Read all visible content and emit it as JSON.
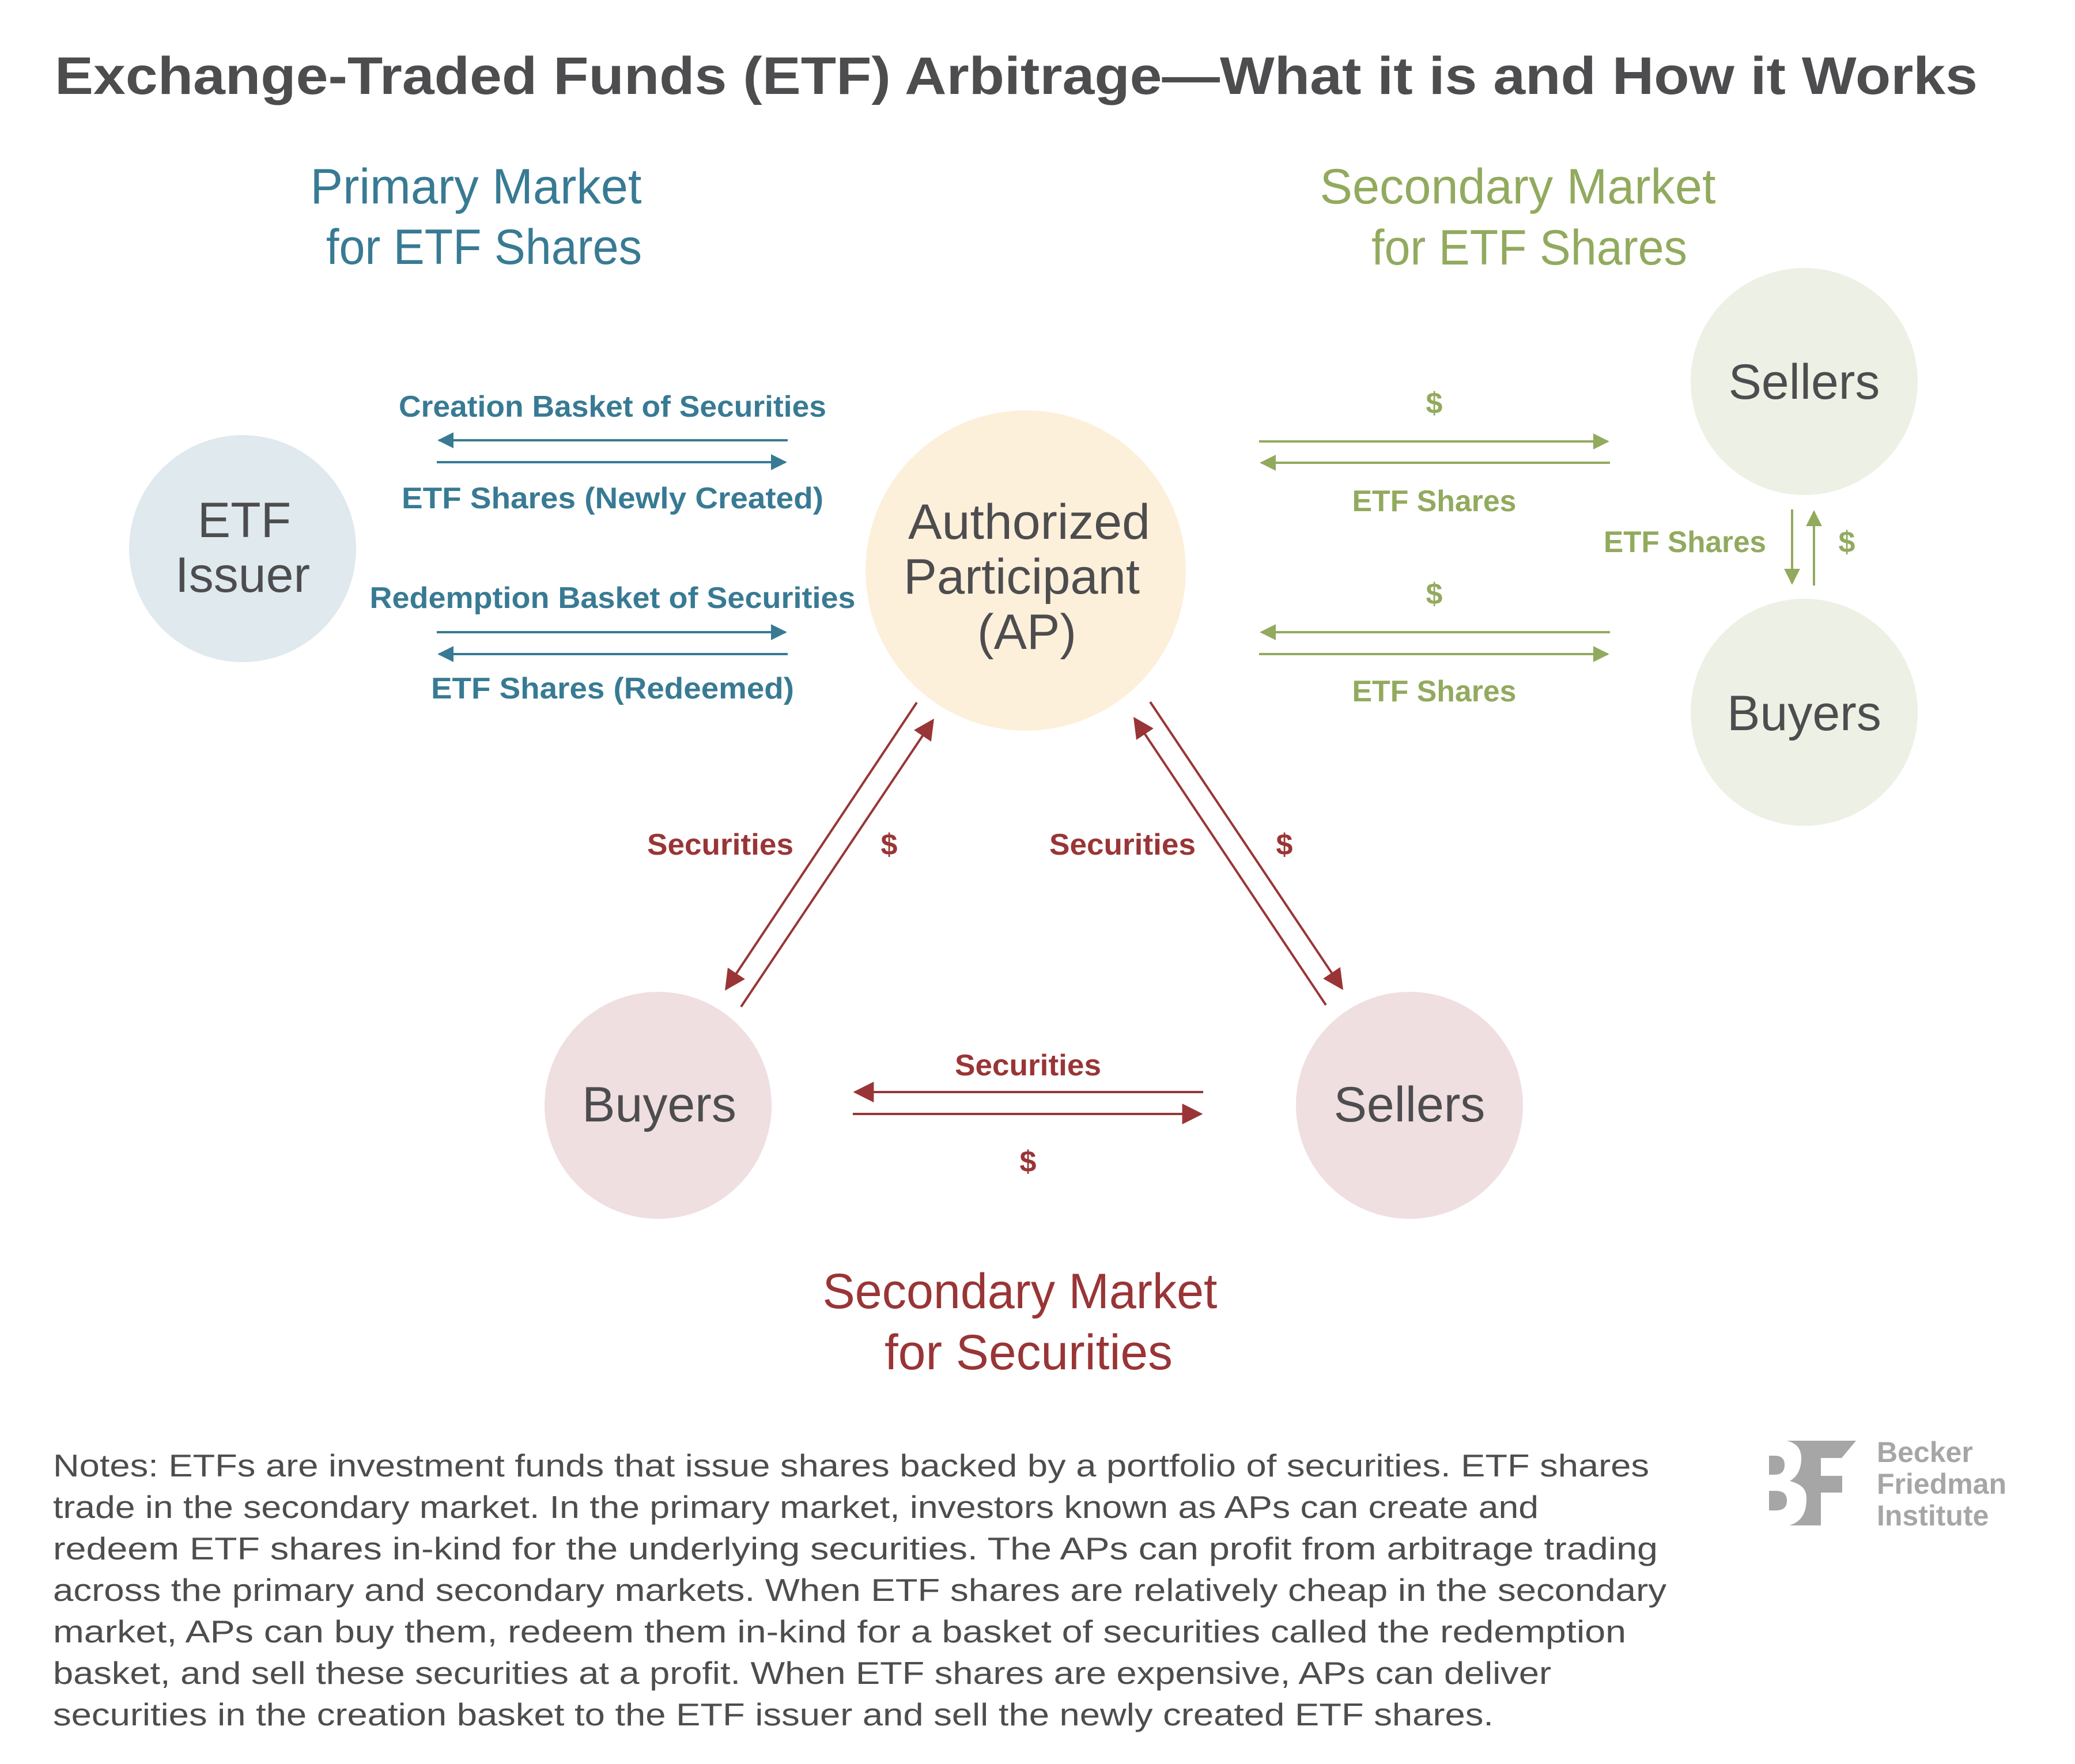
{
  "title": "Exchange-Traded Funds (ETF) Arbitrage—What it is and How it Works",
  "colors": {
    "text_dark": "#4d4d4f",
    "primary": "#387a93",
    "secondary_etf": "#92aa5e",
    "secondary_sec": "#993536",
    "issuer_fill": "#dfe9ee",
    "ap_fill": "#fdf0db",
    "etf_market_fill": "#edf0e4",
    "sec_market_fill": "#efdfe0",
    "logo": "#a6a6a6"
  },
  "sections": {
    "primary": {
      "line1": "Primary Market",
      "line2": "for ETF Shares"
    },
    "secondary_etf": {
      "line1": "Secondary Market",
      "line2": "for ETF Shares"
    },
    "secondary_securities": {
      "line1": "Secondary Market",
      "line2": "for Securities"
    }
  },
  "nodes": {
    "etf_issuer": {
      "line1": "ETF",
      "line2": "Issuer"
    },
    "ap": {
      "line1": "Authorized",
      "line2": "Participant",
      "line3": "(AP)"
    },
    "etf_sellers": {
      "label": "Sellers"
    },
    "etf_buyers": {
      "label": "Buyers"
    },
    "sec_buyers": {
      "label": "Buyers"
    },
    "sec_sellers": {
      "label": "Sellers"
    }
  },
  "flows": {
    "creation_top": "Creation Basket of Securities",
    "creation_bottom": "ETF Shares (Newly Created)",
    "redemption_top": "Redemption Basket of Securities",
    "redemption_bottom": "ETF Shares (Redeemed)",
    "etf_sellers_top": "$",
    "etf_sellers_bottom": "ETF Shares",
    "etf_buyers_top": "$",
    "etf_buyers_bottom": "ETF Shares",
    "etf_market_left": "ETF Shares",
    "etf_market_right": "$",
    "ap_buyers_left": "Securities",
    "ap_buyers_right": "$",
    "ap_sellers_left": "Securities",
    "ap_sellers_right": "$",
    "sec_market_top": "Securities",
    "sec_market_bottom": "$"
  },
  "notes": {
    "lines": [
      "Notes: ETFs are investment funds that issue shares backed by a portfolio of securities. ETF shares",
      "trade in the secondary market. In the primary market, investors known as APs can create and",
      "redeem ETF shares in-kind for the underlying securities. The APs can profit from arbitrage trading",
      "across the primary and secondary markets. When ETF shares are relatively cheap in the secondary",
      "market, APs can buy them, redeem them in-kind for a basket of securities called the redemption",
      "basket, and sell these securities at a profit. When ETF shares are expensive, APs can deliver",
      "securities in the creation basket to the ETF issuer and sell the newly created ETF shares."
    ]
  },
  "logo": {
    "mark": "BF",
    "line1": "Becker",
    "line2": "Friedman",
    "line3": "Institute"
  }
}
